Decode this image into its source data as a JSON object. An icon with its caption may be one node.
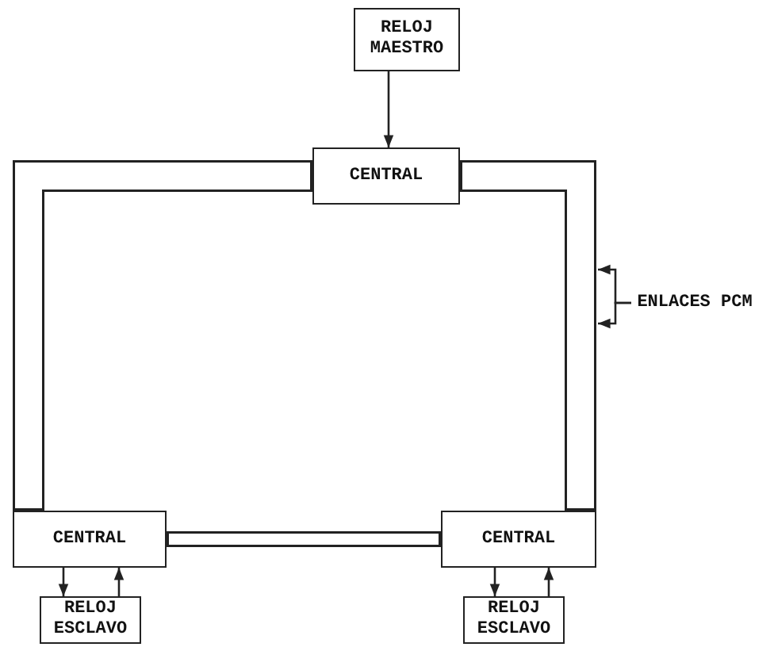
{
  "diagram": {
    "nodes": [
      {
        "text": [
          "RELOJ MAESTRO"
        ]
      },
      {
        "text": [
          "CENTRAL"
        ]
      },
      {
        "text": [
          "CENTRAL"
        ]
      },
      {
        "text": [
          "CENTRAL"
        ]
      },
      {
        "text": [
          "RELOJ ESCLAVO"
        ]
      },
      {
        "text": [
          "RELOJ ESCLAVO"
        ]
      },
      {
        "text": [
          "ENLACES PCM"
        ]
      }
    ],
    "edges": [
      {
        "from": 0,
        "to": 1,
        "arrow": "to"
      },
      {
        "from": 1,
        "to": 2,
        "arrow": "none",
        "style": "thick"
      },
      {
        "from": 1,
        "to": 3,
        "arrow": "none",
        "style": "thick"
      },
      {
        "from": 2,
        "to": 3,
        "arrow": "none",
        "style": "thick"
      },
      {
        "from": 2,
        "to": 4,
        "arrow": "to"
      },
      {
        "from": 4,
        "to": 2,
        "arrow": "to"
      },
      {
        "from": 3,
        "to": 5,
        "arrow": "to"
      },
      {
        "from": 5,
        "to": 3,
        "arrow": "to"
      },
      {
        "from": 6,
        "to": null,
        "arrow": "to"
      },
      {
        "from": 6,
        "to": null,
        "arrow": "to"
      }
    ]
  }
}
